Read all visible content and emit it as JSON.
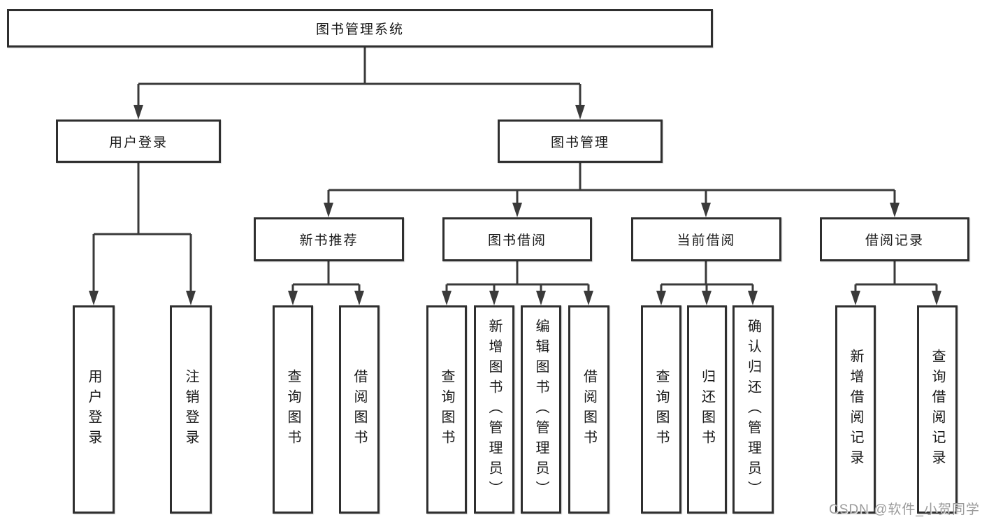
{
  "diagram": {
    "root": "图书管理系统",
    "level2": {
      "user_login": "用户登录",
      "book_mgmt": "图书管理"
    },
    "level3": {
      "new_book_rec": "新书推荐",
      "book_borrow": "图书借阅",
      "current_borrow": "当前借阅",
      "borrow_records": "借阅记录"
    },
    "leaves": {
      "login_user": "用户登录",
      "logout": "注销登录",
      "rec_query": "查询图书",
      "rec_borrow": "借阅图书",
      "bor_query": "查询图书",
      "bor_add": "新增图书（管理员）",
      "bor_edit": "编辑图书（管理员）",
      "bor_borrow": "借阅图书",
      "cur_query": "查询图书",
      "cur_return": "归还图书",
      "cur_confirm": "确认归还（管理员）",
      "recs_add": "新增借阅记录",
      "recs_query": "查询借阅记录"
    }
  },
  "watermark": {
    "text": "CSDN @软件_小贺同学"
  },
  "colors": {
    "line": "#3a3a3a",
    "box_border": "#2f2f2f",
    "text": "#1a1a1a",
    "watermark": "#9b9b9b",
    "background": "#ffffff"
  }
}
